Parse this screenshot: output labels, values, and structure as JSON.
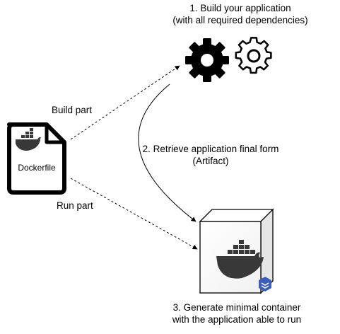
{
  "dockerfile": {
    "label": "Dockerfile",
    "icon": "docker-whale-icon"
  },
  "edges": {
    "build": "Build part",
    "run": "Run part"
  },
  "steps": {
    "build_line1": "1. Build your application",
    "build_line2": "(with all required dependencies)",
    "retrieve_line1": "2. Retrieve application final form",
    "retrieve_line2": "(Artifact)",
    "generate_line1": "3. Generate minimal container",
    "generate_line2": "with the application able to run"
  },
  "icons": {
    "gears": "gears-icon",
    "container": "container-box-icon",
    "whale": "docker-whale-icon",
    "badge": "distroless-badge-icon"
  },
  "colors": {
    "stroke": "#000000",
    "whale": "#383838",
    "badge_blue": "#3b5fb8"
  }
}
